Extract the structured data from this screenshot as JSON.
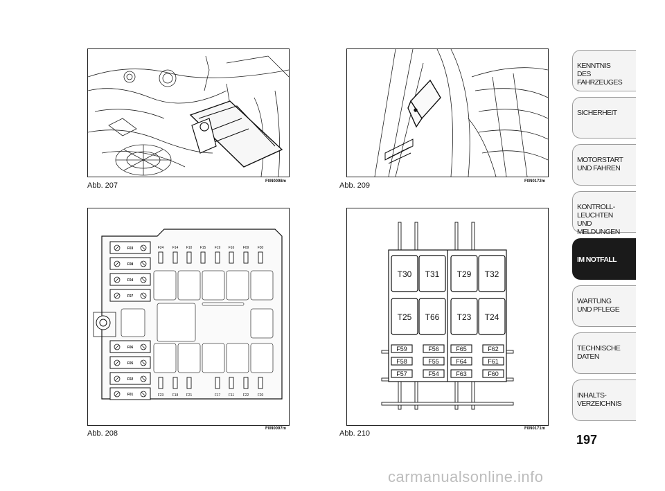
{
  "figures": [
    {
      "caption": "Abb. 207",
      "code": "F0N0098m"
    },
    {
      "caption": "Abb. 209",
      "code": "F0N0172m"
    },
    {
      "caption": "Abb. 208",
      "code": "F0N0097m"
    },
    {
      "caption": "Abb. 210",
      "code": "F0N0171m"
    }
  ],
  "fuse_box": {
    "left_fuses": [
      "F03",
      "F08",
      "F04",
      "F07",
      "F06",
      "F05",
      "F02",
      "F01"
    ],
    "top_labels": [
      "F24",
      "F14",
      "F10",
      "F15",
      "F19",
      "F16",
      "F09",
      "F30"
    ],
    "bottom_labels": [
      "F23",
      "F18",
      "F21",
      "F17",
      "F11",
      "F22",
      "F20"
    ]
  },
  "relay_box": {
    "relays_top": [
      "T30",
      "T31",
      "T29",
      "T32"
    ],
    "relays_bottom": [
      "T25",
      "T66",
      "T23",
      "T24"
    ],
    "fuses_left": [
      [
        "F59",
        "F56"
      ],
      [
        "F58",
        "F55"
      ],
      [
        "F57",
        "F54"
      ]
    ],
    "fuses_right": [
      [
        "F65",
        "F62"
      ],
      [
        "F64",
        "F61"
      ],
      [
        "F63",
        "F60"
      ]
    ]
  },
  "tabs": [
    {
      "label": "KENNTNIS\nDES FAHRZEUGES",
      "active": false
    },
    {
      "label": "SICHERHEIT",
      "active": false
    },
    {
      "label": "MOTORSTART\nUND FAHREN",
      "active": false
    },
    {
      "label": "KONTROLL-\nLEUCHTEN\nUND MELDUNGEN",
      "active": false
    },
    {
      "label": "IM NOTFALL",
      "active": true
    },
    {
      "label": "WARTUNG\nUND PFLEGE",
      "active": false
    },
    {
      "label": "TECHNISCHE\nDATEN",
      "active": false
    },
    {
      "label": "INHALTS-\nVERZEICHNIS",
      "active": false
    }
  ],
  "page_number": "197",
  "watermark": "carmanualsonline.info"
}
